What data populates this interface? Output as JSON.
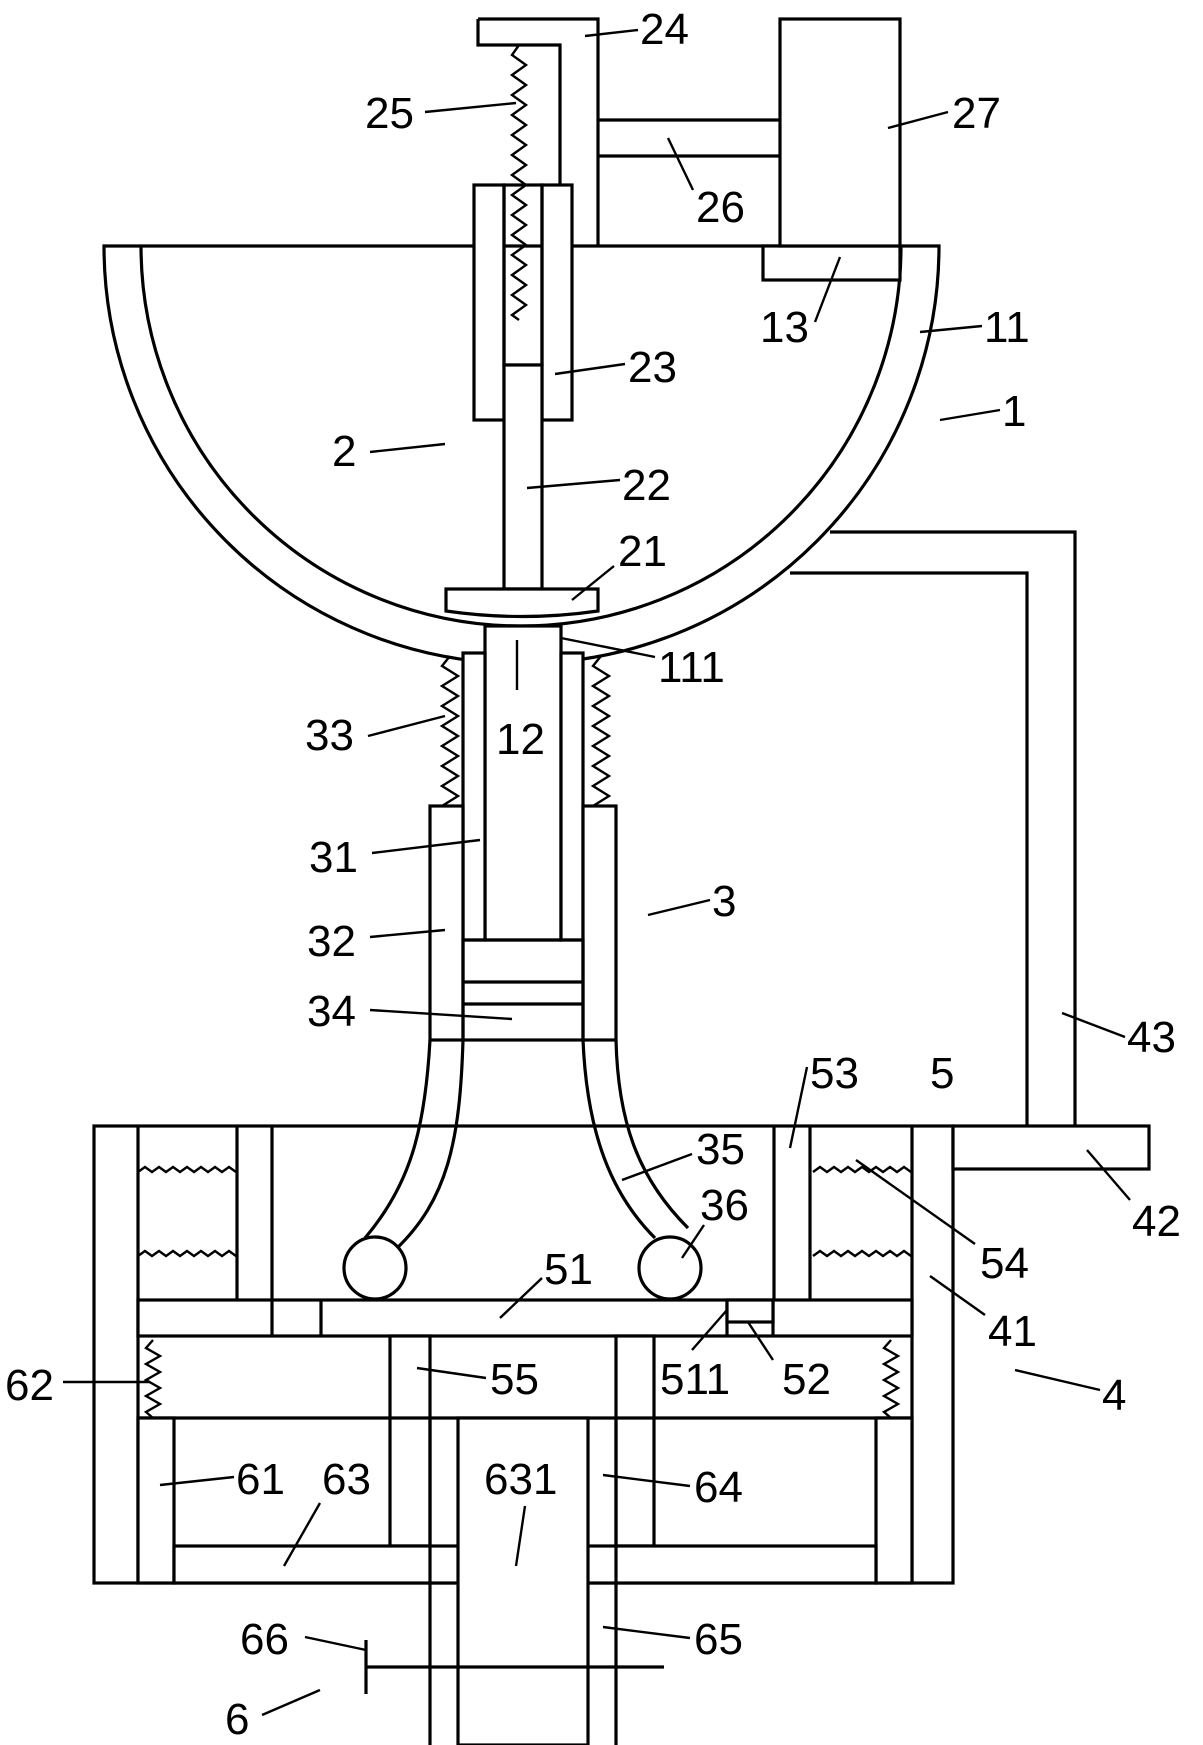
{
  "labels": {
    "l1": "1",
    "l11": "11",
    "l111": "111",
    "l12": "12",
    "l13": "13",
    "l2": "2",
    "l21": "21",
    "l22": "22",
    "l23": "23",
    "l24": "24",
    "l25": "25",
    "l26": "26",
    "l27": "27",
    "l3": "3",
    "l31": "31",
    "l32": "32",
    "l33": "33",
    "l34": "34",
    "l35": "35",
    "l36": "36",
    "l4": "4",
    "l41": "41",
    "l42": "42",
    "l43": "43",
    "l5": "5",
    "l51": "51",
    "l511": "511",
    "l52": "52",
    "l53": "53",
    "l54": "54",
    "l55": "55",
    "l6": "6",
    "l61": "61",
    "l62": "62",
    "l63": "63",
    "l631": "631",
    "l64": "64",
    "l65": "65",
    "l66": "66"
  }
}
